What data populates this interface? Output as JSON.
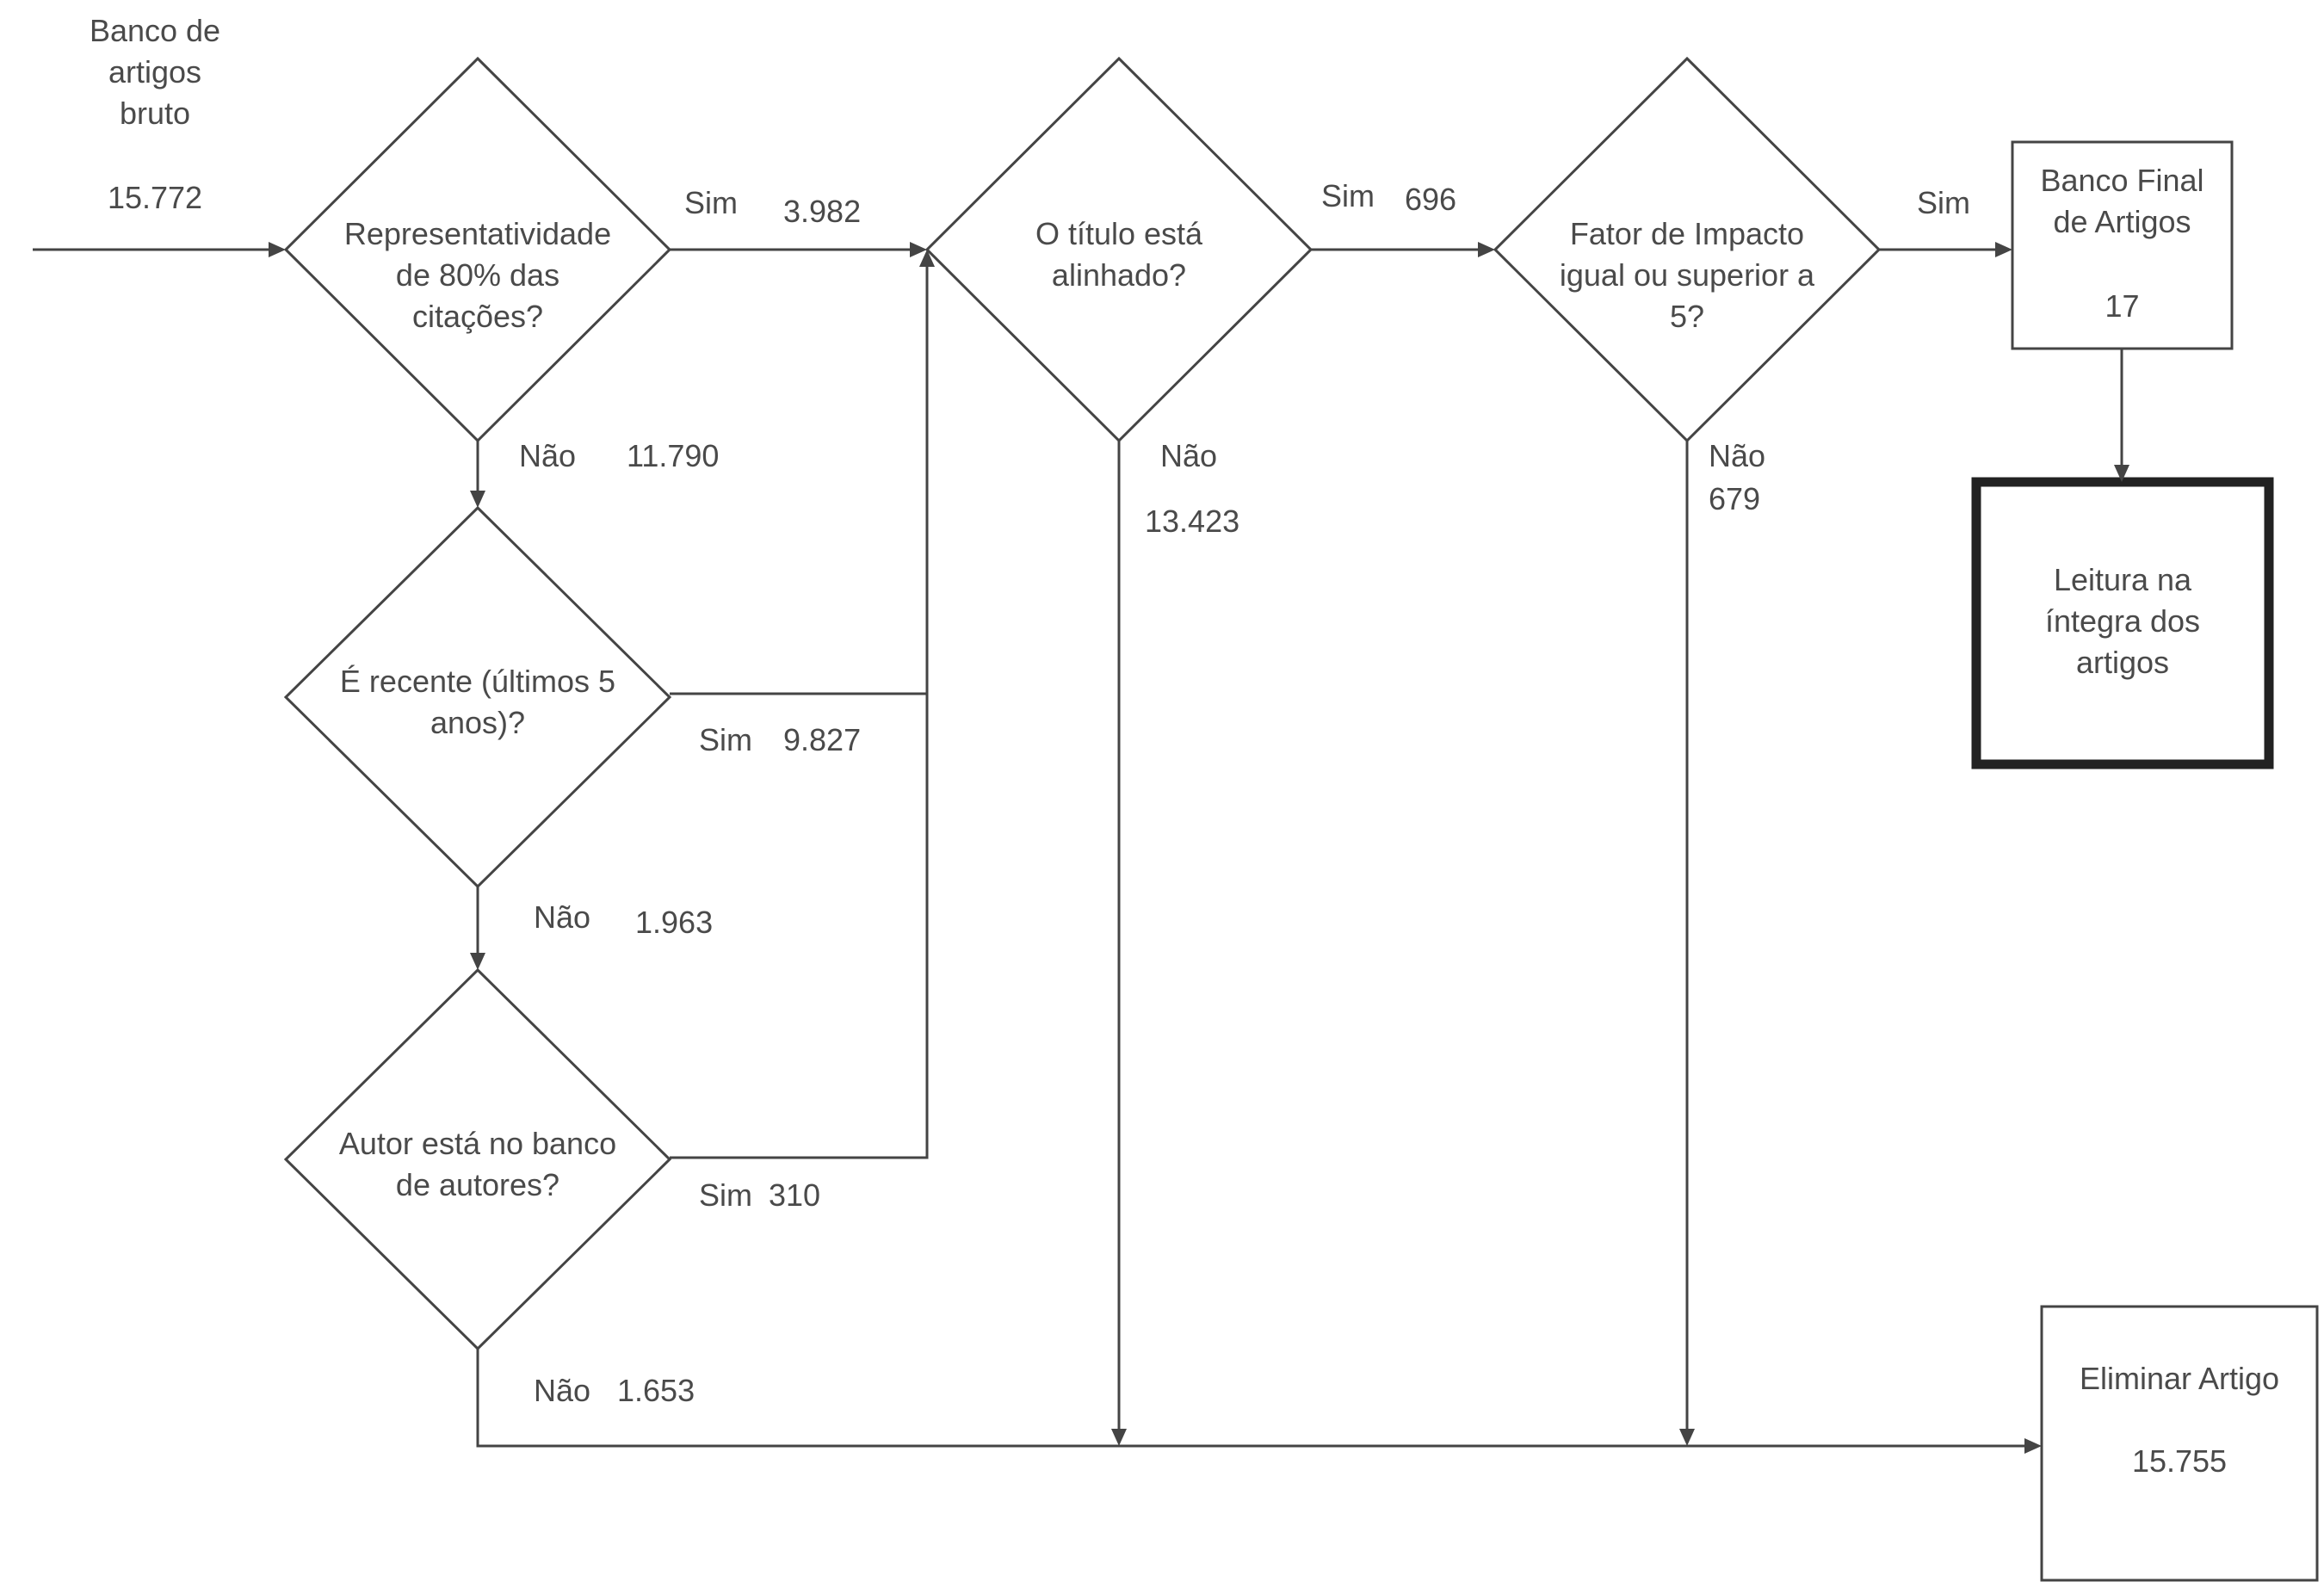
{
  "colors": {
    "line": "#444444",
    "text": "#4a4a4a",
    "background": "#ffffff"
  },
  "start": {
    "label": "Banco de\nartigos\nbruto",
    "count": "15.772"
  },
  "decisions": {
    "citacoes": "Representatividade\nde 80% das\ncitações?",
    "recente": "É recente (últimos 5\nanos)?",
    "autor": "Autor está no banco\nde autores?",
    "titulo": "O título está\nalinhado?",
    "impacto": "Fator de Impacto\nigual ou superior a\n5?"
  },
  "edges": {
    "citacoes_sim": {
      "label": "Sim",
      "count": "3.982"
    },
    "citacoes_nao": {
      "label": "Não",
      "count": "11.790"
    },
    "recente_sim": {
      "label": "Sim",
      "count": "9.827"
    },
    "recente_nao": {
      "label": "Não",
      "count": "1.963"
    },
    "autor_sim": {
      "label": "Sim",
      "count": "310"
    },
    "autor_nao": {
      "label": "Não",
      "count": "1.653"
    },
    "titulo_sim": {
      "label": "Sim",
      "count": "696"
    },
    "titulo_nao": {
      "label": "Não",
      "count": "13.423"
    },
    "impacto_sim": {
      "label": "Sim"
    },
    "impacto_nao": {
      "label": "Não",
      "count": "679"
    }
  },
  "boxes": {
    "banco_final": {
      "label": "Banco Final\nde Artigos",
      "count": "17"
    },
    "leitura": {
      "label": "Leitura na\níntegra dos\nartigos"
    },
    "eliminar": {
      "label": "Eliminar Artigo",
      "count": "15.755"
    }
  }
}
